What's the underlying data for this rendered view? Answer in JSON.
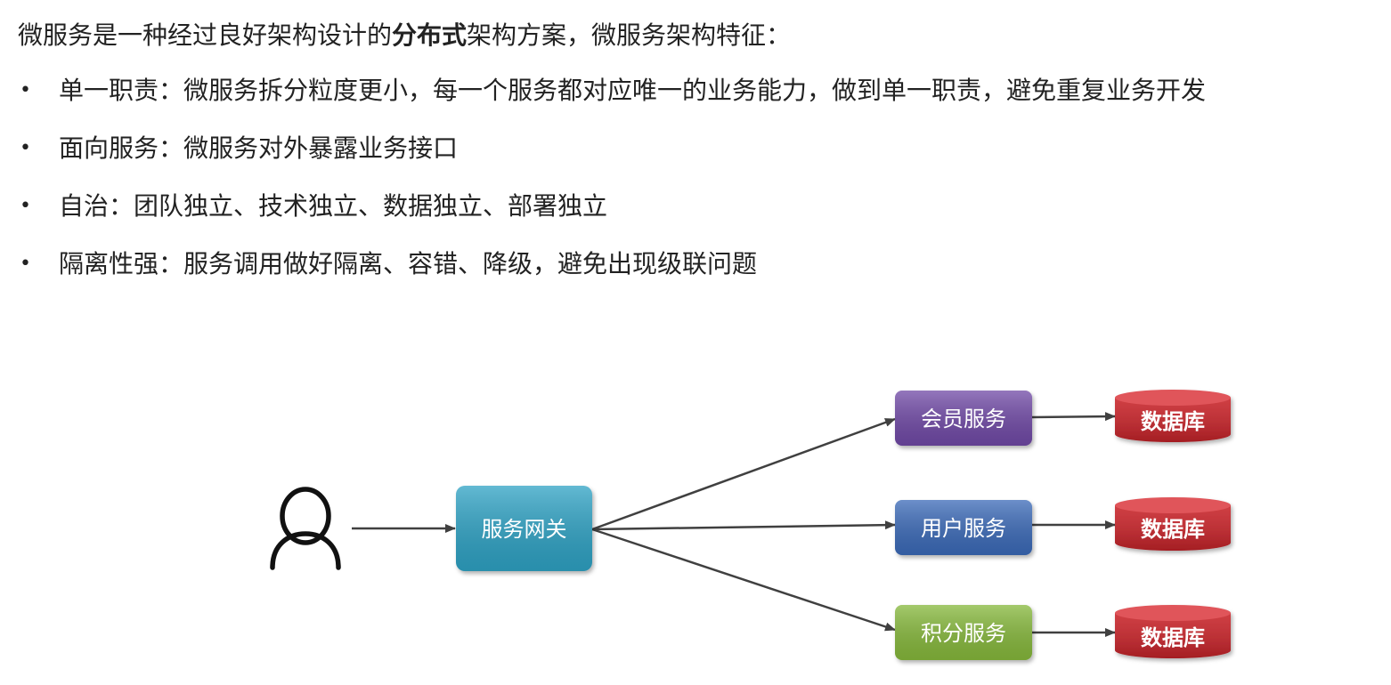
{
  "intro": {
    "prefix": "微服务是一种经过良好架构设计的",
    "emphasis": "分布式",
    "suffix": "架构方案，微服务架构特征："
  },
  "features": [
    {
      "bullet": "•",
      "text": "单一职责：微服务拆分粒度更小，每一个服务都对应唯一的业务能力，做到单一职责，避免重复业务开发"
    },
    {
      "bullet": "•",
      "text": "面向服务：微服务对外暴露业务接口"
    },
    {
      "bullet": "•",
      "text": "自治：团队独立、技术独立、数据独立、部署独立"
    },
    {
      "bullet": "•",
      "text": "隔离性强：服务调用做好隔离、容错、降级，避免出现级联问题"
    }
  ],
  "diagram": {
    "user_icon": "user-icon",
    "gateway": {
      "label": "服务网关",
      "color": "#2ea2c4"
    },
    "services": [
      {
        "label": "会员服务",
        "color": "#7048a6"
      },
      {
        "label": "用户服务",
        "color": "#3a6bb8"
      },
      {
        "label": "积分服务",
        "color": "#86b83a"
      }
    ],
    "databases": [
      {
        "label": "数据库",
        "color": "#c8242a"
      },
      {
        "label": "数据库",
        "color": "#c8242a"
      },
      {
        "label": "数据库",
        "color": "#c8242a"
      }
    ],
    "arrow_color": "#404040"
  }
}
